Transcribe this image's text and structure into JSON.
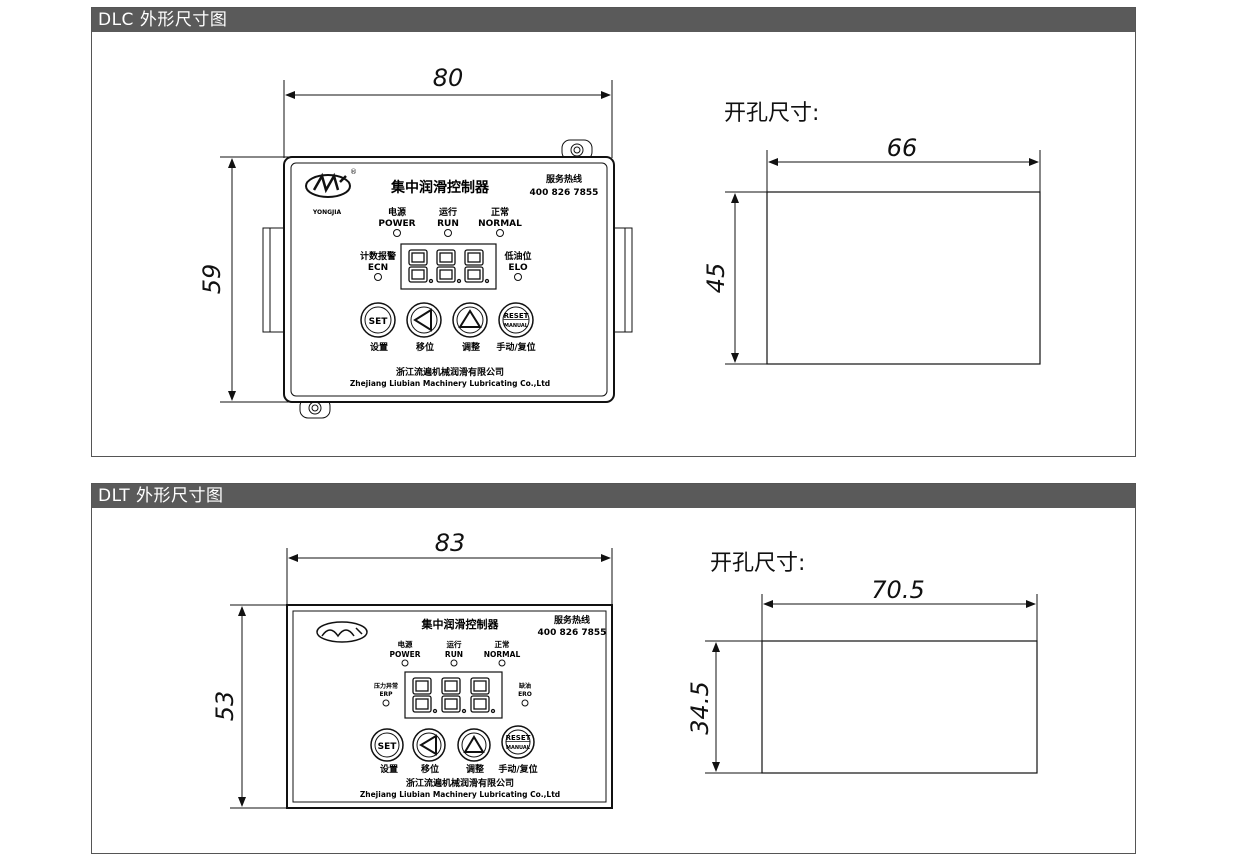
{
  "sections": [
    {
      "header": "DLC 外形尺寸图",
      "width_dim": "80",
      "height_dim": "59",
      "cutout_label": "开孔尺寸:",
      "cutout_width": "66",
      "cutout_height": "45",
      "device": {
        "title": "集中润滑控制器",
        "hotline_label": "服务热线",
        "hotline_number": "400 826 7855",
        "brand": "YONGJIA",
        "ind1_cn": "电源",
        "ind1_en": "POWER",
        "ind2_cn": "运行",
        "ind2_en": "RUN",
        "ind3_cn": "正常",
        "ind3_en": "NORMAL",
        "left_cn": "计数报警",
        "left_en": "ECN",
        "right_cn": "低油位",
        "right_en": "ELO",
        "btn_set": "SET",
        "btn_reset": "RESET",
        "btn_manual": "MANUAL",
        "lbl1": "设置",
        "lbl2": "移位",
        "lbl3": "调整",
        "lbl4": "手动/复位",
        "company_cn": "浙江流遍机械润滑有限公司",
        "company_en": "Zhejiang Liubian Machinery Lubricating Co.,Ltd"
      }
    },
    {
      "header": "DLT 外形尺寸图",
      "width_dim": "83",
      "height_dim": "53",
      "cutout_label": "开孔尺寸:",
      "cutout_width": "70.5",
      "cutout_height": "34.5",
      "device": {
        "title": "集中润滑控制器",
        "hotline_label": "服务热线",
        "hotline_number": "400 826 7855",
        "ind1_cn": "电源",
        "ind1_en": "POWER",
        "ind2_cn": "运行",
        "ind2_en": "RUN",
        "ind3_cn": "正常",
        "ind3_en": "NORMAL",
        "left_cn": "压力异常",
        "left_en": "ERP",
        "right_cn": "缺油",
        "right_en": "ERO",
        "btn_set": "SET",
        "btn_reset": "RESET",
        "btn_manual": "MANUAL",
        "lbl1": "设置",
        "lbl2": "移位",
        "lbl3": "调整",
        "lbl4": "手动/复位",
        "company_cn": "浙江流遍机械润滑有限公司",
        "company_en": "Zhejiang Liubian Machinery Lubricating Co.,Ltd"
      }
    }
  ]
}
